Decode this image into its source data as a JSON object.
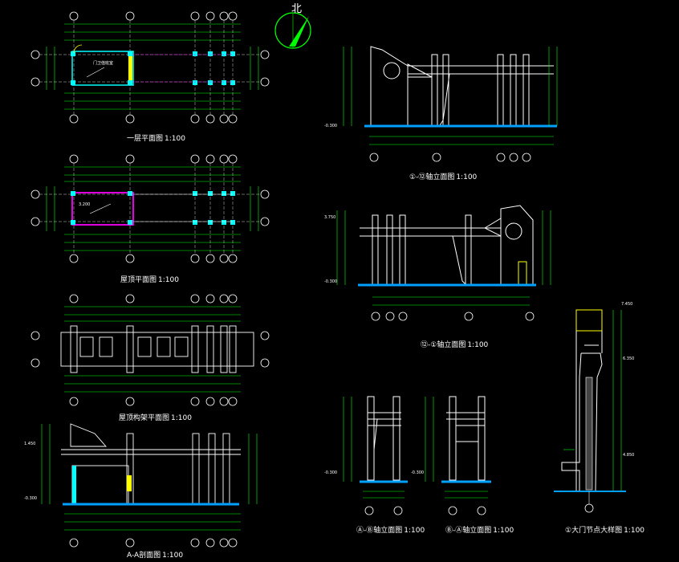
{
  "north": {
    "label": "北"
  },
  "titles": {
    "plan1": {
      "text": "一层平面图",
      "scale": "1:100"
    },
    "plan2": {
      "text": "屋顶平面图",
      "scale": "1:100"
    },
    "plan3": {
      "text": "屋顶构架平面图",
      "scale": "1:100"
    },
    "sectAA": {
      "text": "A-A剖面图",
      "scale": "1:100"
    },
    "elev1": {
      "text": "①-⑫轴立面图",
      "scale": "1:100"
    },
    "elev2": {
      "text": "⑫-①轴立面图",
      "scale": "1:100"
    },
    "elev3": {
      "text": "Ⓐ-Ⓑ轴立面图",
      "scale": "1:100"
    },
    "elev4": {
      "text": "Ⓑ-Ⓐ轴立面图",
      "scale": "1:100"
    },
    "detail": {
      "text": "①大门节点大样图",
      "scale": "1:100"
    }
  },
  "labels": {
    "room": "门卫值班室",
    "roof_elev": "3.200",
    "lv_top": "7.450",
    "lv_6350": "6.350",
    "lv_4850": "4.850",
    "lv_0300": "-0.300",
    "lv_3750": "3.750",
    "lv_1450": "1.450"
  },
  "colors": {
    "background": "#000000",
    "lines": "#ffffff",
    "dims": "#00ff00",
    "axis": "#00ffff",
    "accent": "#ff00ff",
    "yellow": "#ffff00",
    "ground": "#00a0ff"
  }
}
